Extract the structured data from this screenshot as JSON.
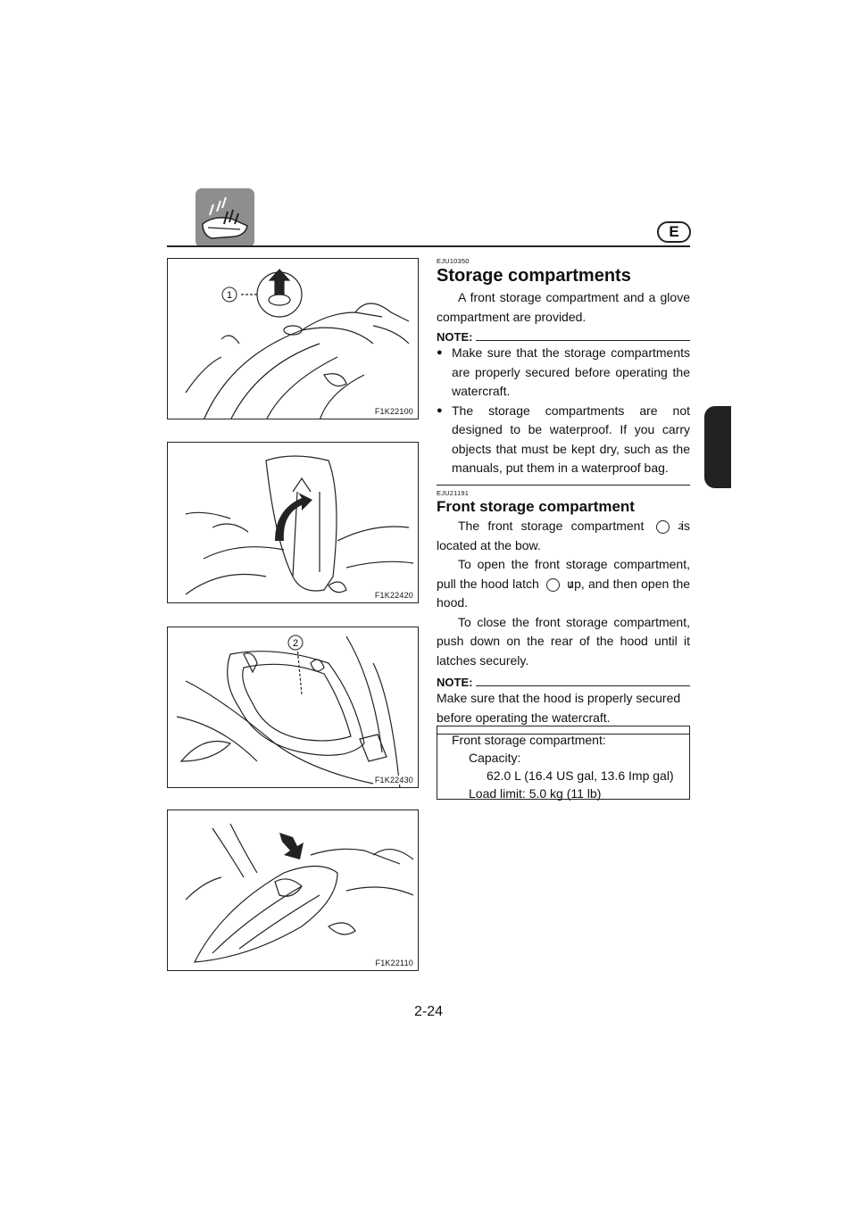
{
  "header": {
    "icon": "watercraft-icon",
    "language_badge": "E"
  },
  "figures": [
    {
      "code": "F1K22100",
      "callout": "1"
    },
    {
      "code": "F1K22420"
    },
    {
      "code": "F1K22430",
      "callout": "2"
    },
    {
      "code": "F1K22110"
    }
  ],
  "section1": {
    "code": "EJU10350",
    "title": "Storage compartments",
    "intro": "A front storage compartment and a glove compartment are provided.",
    "note_label": "NOTE:",
    "bullets": [
      "Make sure that the storage compartments are properly secured before operating the watercraft.",
      "The storage compartments are not designed to be waterproof. If you carry objects that must be kept dry, such as the manuals, put them in a waterproof bag."
    ]
  },
  "section2": {
    "code": "EJU21191",
    "title": "Front storage compartment",
    "p1_a": "The front storage compartment",
    "p1_ref": "2",
    "p1_b": "is located at the bow.",
    "p2_a": "To open the front storage compartment, pull the hood latch",
    "p2_ref": "1",
    "p2_b": "up, and then open the hood.",
    "p3": "To close the front storage compartment, push down on the rear of the hood until it latches securely.",
    "note_label": "NOTE:",
    "note_text": "Make sure that the hood is properly secured before operating the watercraft."
  },
  "spec": {
    "title": "Front storage compartment:",
    "capacity_label": "Capacity:",
    "capacity_value": "62.0 L (16.4 US gal, 13.6 Imp gal)",
    "load_limit": "Load limit: 5.0 kg (11 lb)"
  },
  "page_number": "2-24"
}
